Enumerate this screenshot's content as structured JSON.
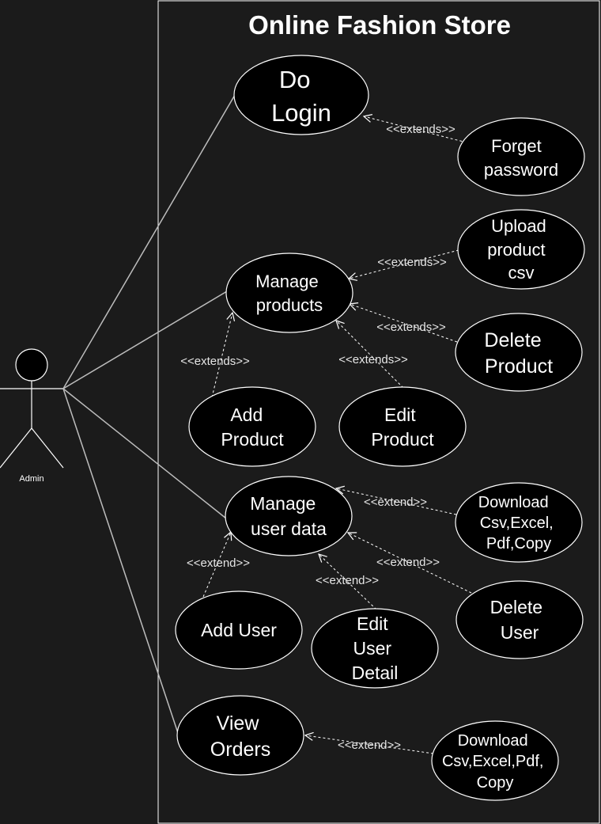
{
  "system": {
    "title": "Online Fashion Store"
  },
  "actor": {
    "label": "Admin"
  },
  "use_cases": {
    "do_login": [
      "Do",
      "Login"
    ],
    "forget_password": [
      "Forget",
      "password"
    ],
    "manage_products": [
      "Manage",
      "products"
    ],
    "upload_product_csv": [
      "Upload",
      "product",
      "csv"
    ],
    "delete_product": [
      "Delete",
      "Product"
    ],
    "add_product": [
      "Add",
      "Product"
    ],
    "edit_product": [
      "Edit",
      "Product"
    ],
    "manage_user_data": [
      "Manage",
      "user data"
    ],
    "download_user_data": [
      "Download",
      "Csv,Excel,",
      "Pdf,Copy"
    ],
    "delete_user": [
      "Delete",
      "User"
    ],
    "add_user": [
      "Add User"
    ],
    "edit_user_detail": [
      "Edit",
      "User",
      "Detail"
    ],
    "view_orders": [
      "View",
      "Orders"
    ],
    "download_orders": [
      "Download",
      "Csv,Excel,Pdf,",
      "Copy"
    ]
  },
  "relationships": {
    "login_forget": "<<extends>>",
    "products_upload": "<<extends>>",
    "products_delete": "<<extends>>",
    "products_add": "<<extends>>",
    "products_edit": "<<extends>>",
    "userdata_download": "<<extend>>",
    "userdata_delete": "<<extend>>",
    "userdata_add": "<<extend>>",
    "userdata_edit": "<<extend>>",
    "orders_download": "<<extend>>"
  },
  "colors": {
    "background": "#1b1b1b",
    "use_case_fill": "#000000",
    "stroke": "#ffffff",
    "association_line": "#bdbdbd"
  }
}
